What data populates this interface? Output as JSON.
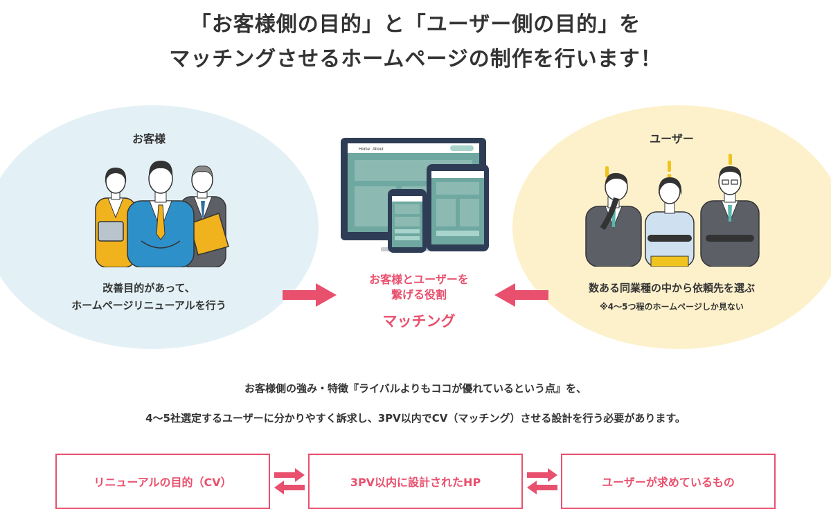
{
  "heading": {
    "line1": "「お客様側の目的」と「ユーザー側の目的」を",
    "line2": "マッチングさせるホームページの制作を行います！"
  },
  "client": {
    "title": "お客様",
    "line1": "改善目的があって、",
    "line2": "ホームページリニューアルを行う"
  },
  "user": {
    "title": "ユーザー",
    "line1": "数ある同業種の中から依頼先を選ぶ",
    "note": "※4〜5つ程のホームページしか見ない"
  },
  "center": {
    "line1": "お客様とユーザーを",
    "line2": "繋げる役割",
    "matching": "マッチング",
    "mockup_nav_home": "Home",
    "mockup_nav_about": "About"
  },
  "body": {
    "line1": "お客様側の強み・特徴『ライバルよりもココが優れているという点』を、",
    "line2": "4〜5社選定するユーザーに分かりやすく訴求し、3PV以内でCV（マッチング）させる設計を行う必要があります。"
  },
  "boxes": {
    "left": "リニューアルの目的（CV）",
    "middle": "3PV以内に設計されたHP",
    "right": "ユーザーが求めているもの"
  },
  "colors": {
    "accent": "#e8506e",
    "client_bg": "#e3f1f6",
    "user_bg": "#fdf1cc",
    "device_teal": "#6fa8a0"
  },
  "icons": {
    "exclamation": "exclamation-mark-icon"
  }
}
